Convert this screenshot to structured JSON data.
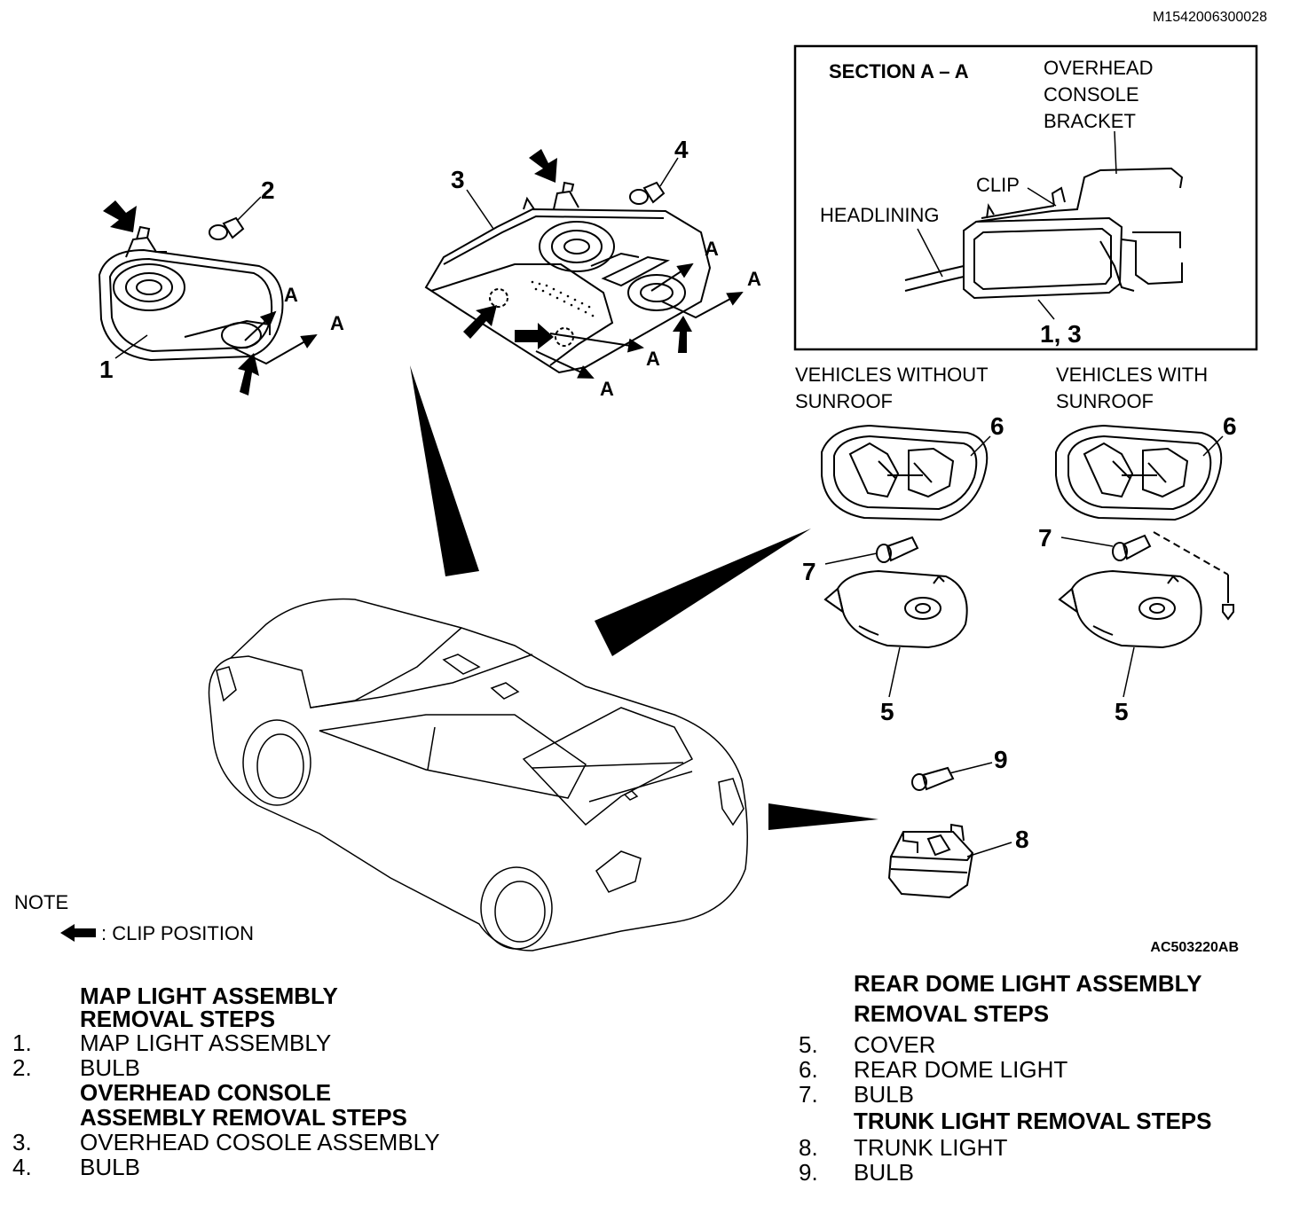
{
  "header": {
    "code": "M1542006300028"
  },
  "section": {
    "title": "SECTION A – A",
    "label_bracket": "OVERHEAD\nCONSOLE\nBRACKET",
    "label_clip": "CLIP",
    "label_headlining": "HEADLINING",
    "label_parts": "1, 3"
  },
  "groups": {
    "without_sunroof": "VEHICLES WITHOUT\nSUNROOF",
    "with_sunroof": "VEHICLES WITH\nSUNROOF"
  },
  "callouts": [
    "1",
    "2",
    "3",
    "4",
    "5",
    "6",
    "7",
    "8",
    "9"
  ],
  "section_marker": "A",
  "figure_code": "AC503220AB",
  "note": {
    "title": "NOTE",
    "clip_position": ": CLIP POSITION"
  },
  "left_steps": {
    "map_head": "MAP LIGHT ASSEMBLY\nREMOVAL STEPS",
    "map_items": [
      {
        "num": "1.",
        "label": "MAP LIGHT ASSEMBLY"
      },
      {
        "num": "2.",
        "label": "BULB"
      }
    ],
    "console_head": "OVERHEAD CONSOLE\nASSEMBLY REMOVAL STEPS",
    "console_items": [
      {
        "num": "3.",
        "label": "OVERHEAD COSOLE ASSEMBLY"
      },
      {
        "num": "4.",
        "label": "BULB"
      }
    ]
  },
  "right_steps": {
    "dome_head": "REAR DOME LIGHT ASSEMBLY\nREMOVAL STEPS",
    "dome_items": [
      {
        "num": "5.",
        "label": "COVER"
      },
      {
        "num": "6.",
        "label": "REAR DOME LIGHT"
      },
      {
        "num": "7.",
        "label": "BULB"
      }
    ],
    "trunk_head": "TRUNK LIGHT REMOVAL STEPS",
    "trunk_items": [
      {
        "num": "8.",
        "label": "TRUNK LIGHT"
      },
      {
        "num": "9.",
        "label": "BULB"
      }
    ]
  }
}
